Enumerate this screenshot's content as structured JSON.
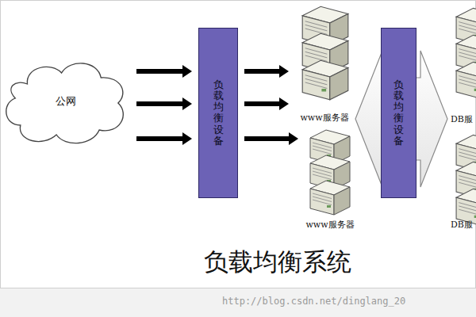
{
  "diagram": {
    "title": "负载均衡系统",
    "nodes": [
      {
        "text": [
          "公网"
        ]
      },
      {
        "text": [
          "负载均衡设备"
        ]
      },
      {
        "text": [
          "www服务器"
        ]
      },
      {
        "text": [
          "www服务器"
        ]
      },
      {
        "text": [
          "负载均衡设备"
        ]
      },
      {
        "text": [
          "DB服"
        ]
      },
      {
        "text": [
          "DB服"
        ]
      }
    ],
    "edges": [
      {
        "from": 0,
        "to": 1,
        "arrow": "to"
      },
      {
        "from": 0,
        "to": 1,
        "arrow": "to"
      },
      {
        "from": 0,
        "to": 1,
        "arrow": "to"
      },
      {
        "from": 1,
        "to": 2,
        "arrow": "to"
      },
      {
        "from": 1,
        "to": 2,
        "arrow": "to"
      },
      {
        "from": 1,
        "to": 3,
        "arrow": "to"
      },
      {
        "from": 2,
        "to": 5,
        "arrow": "both"
      }
    ],
    "labels": [
      "http://blog.csdn.net/dinglang_20"
    ]
  }
}
